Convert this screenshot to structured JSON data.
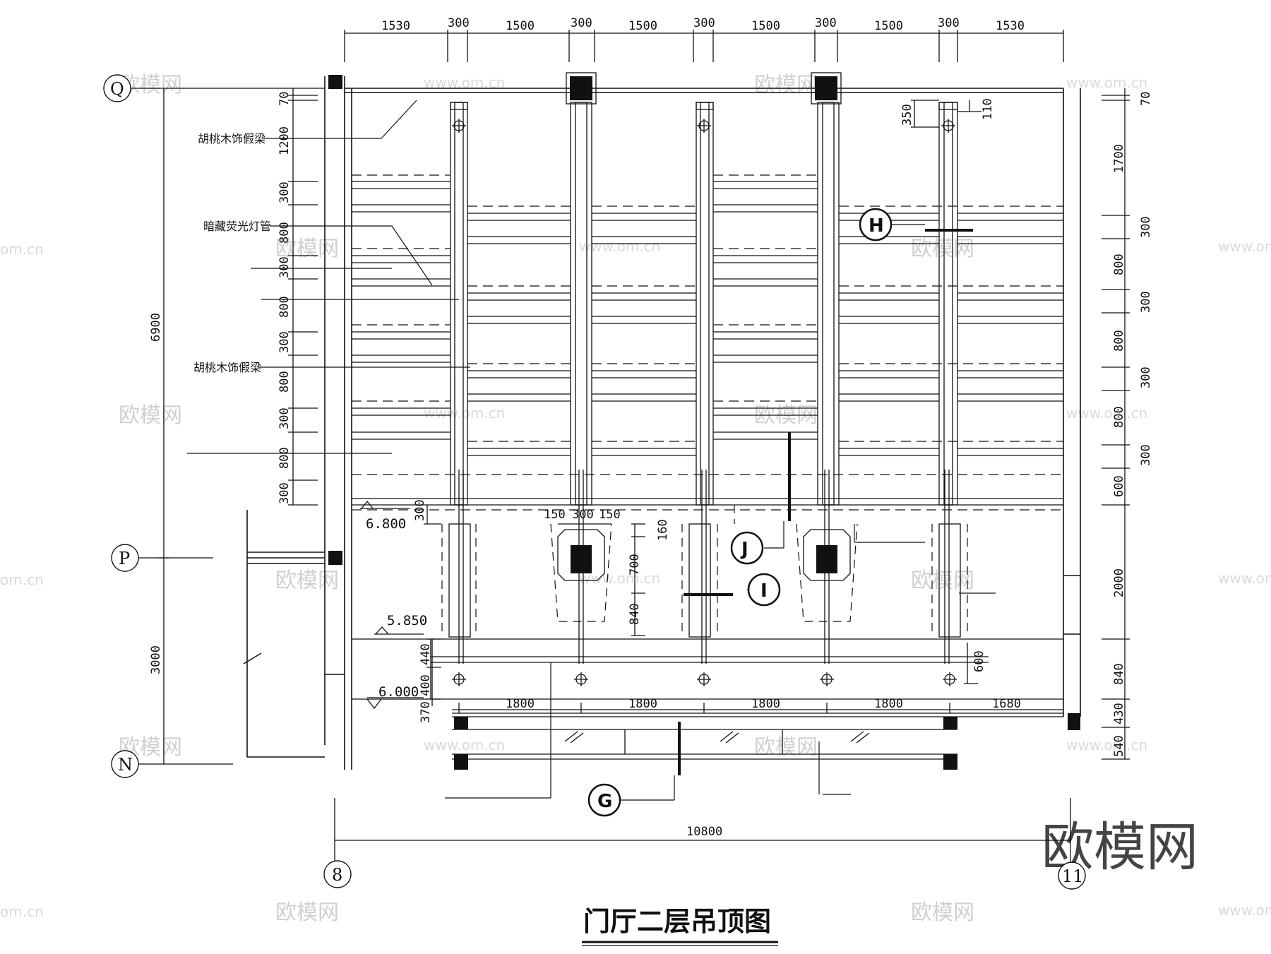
{
  "title": "门厅二层吊顶图",
  "top_dims": [
    "1530",
    "300",
    "1500",
    "300",
    "1500",
    "300",
    "1500",
    "300",
    "1500",
    "300",
    "1530"
  ],
  "total_dim": "10800",
  "left_overall": [
    "6900",
    "3000"
  ],
  "left_dims": [
    "70",
    "1200",
    "300",
    "800",
    "300",
    "800",
    "300",
    "800",
    "300",
    "800",
    "300"
  ],
  "left_lower_dims": [
    "440",
    "400",
    "370"
  ],
  "right_dims": [
    "70",
    "1700",
    "300",
    "800",
    "300",
    "800",
    "300",
    "800",
    "300",
    "600",
    "2000",
    "840",
    "430",
    "540"
  ],
  "inner_dims": {
    "d350": "350",
    "d110": "110",
    "d300": "300",
    "d150a": "150",
    "d300b": "300",
    "d150b": "150",
    "d160": "160",
    "d700": "700",
    "d840": "840",
    "d600": "600"
  },
  "bottom_dims": [
    "1800",
    "1800",
    "1800",
    "1800",
    "1680"
  ],
  "levels": [
    "6.800",
    "5.850",
    "6.000"
  ],
  "notes": [
    "胡桃木饰假梁",
    "暗藏荧光灯管",
    "胡桃木饰假梁"
  ],
  "axes": {
    "q": "Q",
    "p": "P",
    "n": "N",
    "c8": "8",
    "c11": "11"
  },
  "section_tags": {
    "h": "H",
    "j": "J",
    "i": "I",
    "g": "G"
  },
  "watermarks": {
    "brand": "欧模网",
    "site": "www.om.cn",
    "site_short": "om.cn"
  }
}
